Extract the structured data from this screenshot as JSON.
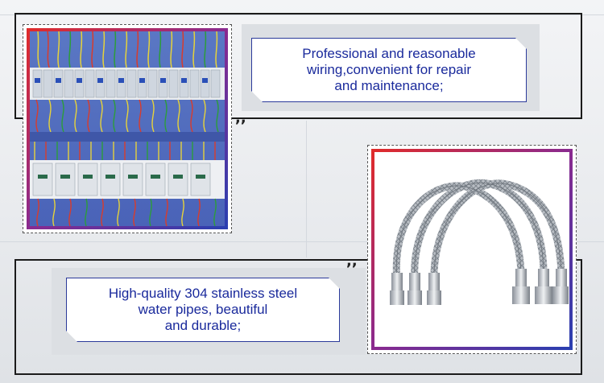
{
  "feature_top": {
    "text_line1": "Professional and reasonable",
    "text_line2": "wiring,convenient for repair",
    "text_line3": "and maintenance;"
  },
  "feature_bottom": {
    "text_line1": "High-quality 304 stainless steel",
    "text_line2": "water pipes, beautiful",
    "text_line3": "and durable;"
  },
  "images": {
    "top_photo": "electrical-panel-wiring",
    "bottom_photo": "braided-stainless-steel-hoses"
  },
  "colors": {
    "callout_border": "#2b3a9a",
    "callout_text": "#1a2a9c",
    "frame_gradient_start": "#e02b2b",
    "frame_gradient_end": "#2a3fb0"
  }
}
